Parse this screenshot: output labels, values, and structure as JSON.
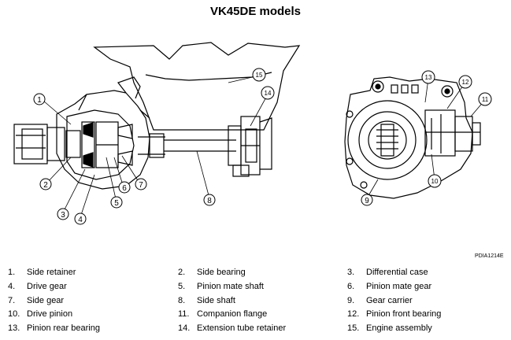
{
  "title": "VK45DE models",
  "figure_code": "PDIA1214E",
  "callouts": [
    "1",
    "2",
    "3",
    "4",
    "5",
    "6",
    "7",
    "8",
    "9",
    "10",
    "11",
    "12",
    "13",
    "14",
    "15"
  ],
  "legend": [
    {
      "num": "1.",
      "text": "Side retainer"
    },
    {
      "num": "2.",
      "text": "Side bearing"
    },
    {
      "num": "3.",
      "text": "Differential case"
    },
    {
      "num": "4.",
      "text": "Drive gear"
    },
    {
      "num": "5.",
      "text": "Pinion mate shaft"
    },
    {
      "num": "6.",
      "text": "Pinion mate gear"
    },
    {
      "num": "7.",
      "text": "Side gear"
    },
    {
      "num": "8.",
      "text": "Side shaft"
    },
    {
      "num": "9.",
      "text": "Gear carrier"
    },
    {
      "num": "10.",
      "text": "Drive pinion"
    },
    {
      "num": "11.",
      "text": "Companion flange"
    },
    {
      "num": "12.",
      "text": "Pinion front bearing"
    },
    {
      "num": "13.",
      "text": "Pinion rear bearing"
    },
    {
      "num": "14.",
      "text": "Extension tube retainer"
    },
    {
      "num": "15.",
      "text": "Engine assembly"
    }
  ]
}
